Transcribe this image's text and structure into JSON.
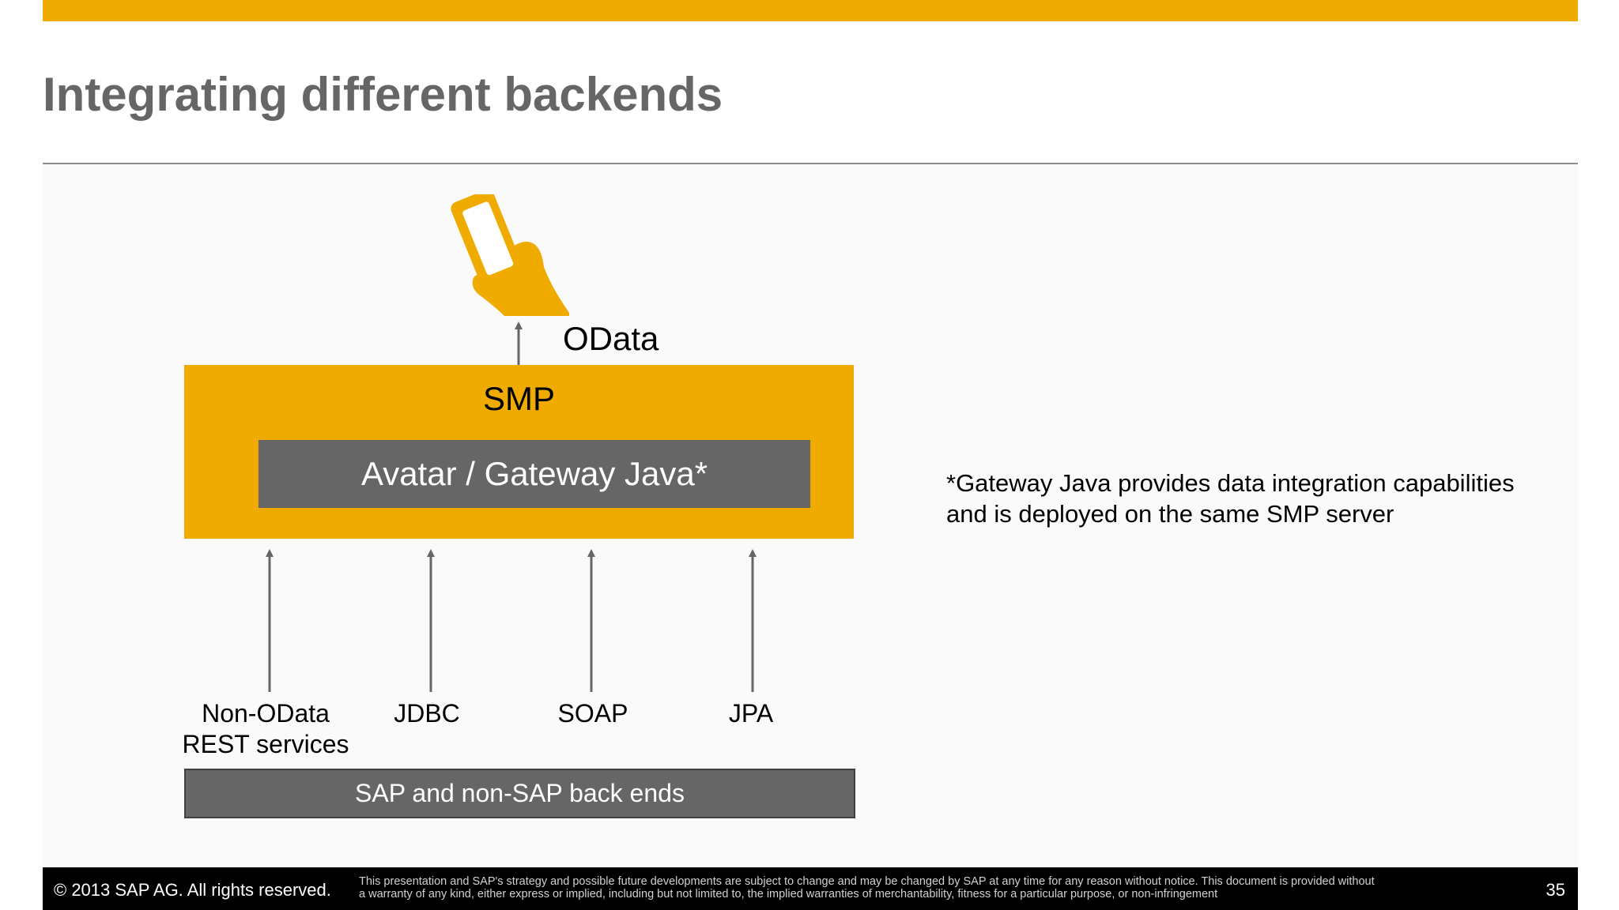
{
  "slide": {
    "title": "Integrating different backends",
    "page_number": "35",
    "accent_color": "#f0ab00",
    "box_color": "#666666"
  },
  "diagram": {
    "client_icon": "hand-holding-phone-icon",
    "odata_label": "OData",
    "smp_label": "SMP",
    "gateway_label": "Avatar / Gateway Java*",
    "sources": [
      {
        "line1": "Non-OData",
        "line2": "REST services"
      },
      {
        "line1": "JDBC"
      },
      {
        "line1": "SOAP"
      },
      {
        "line1": "JPA"
      }
    ],
    "backend_label": "SAP and non-SAP back ends",
    "footnote_line1": "*Gateway Java provides data integration capabilities",
    "footnote_line2": "and is deployed on the same SMP server"
  },
  "footer": {
    "copyright": "© 2013 SAP AG. All rights reserved.",
    "disclaimer_line1": "This presentation and SAP's strategy and possible future developments are subject to change and may be changed by SAP at any time for any reason without notice. This document is provided without",
    "disclaimer_line2": "a warranty of any kind, either express or implied, including but not limited to, the implied warranties of merchantability, fitness for a particular purpose, or non-infringement"
  }
}
